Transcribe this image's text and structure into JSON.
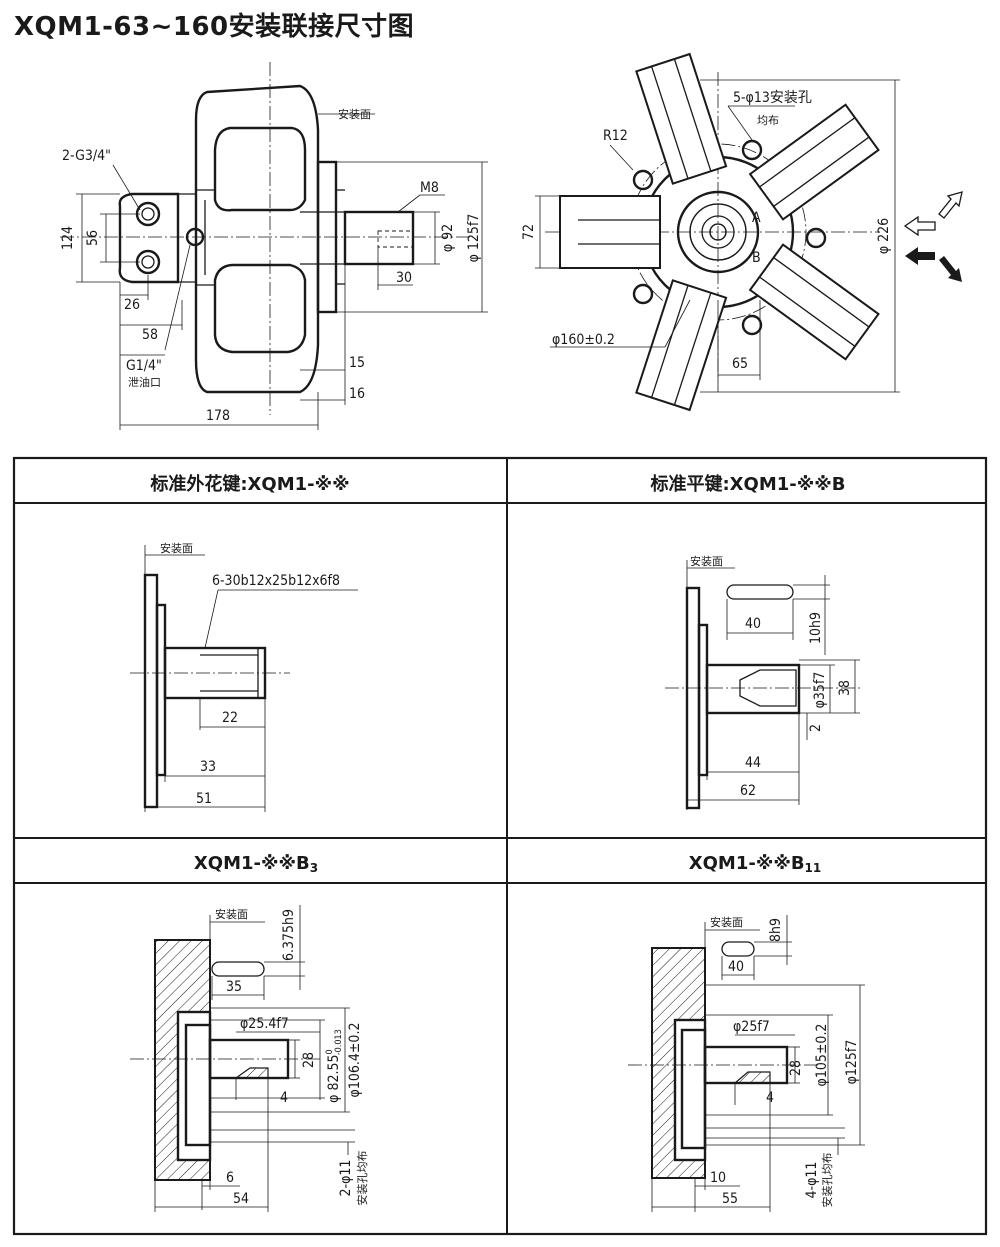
{
  "title": "XQM1-63~160安装联接尺寸图",
  "top_left": {
    "port_label": "2-G3/4\"",
    "mount_face": "安装面",
    "thread": "M8",
    "dims": {
      "d124": "124",
      "d56": "56",
      "d26": "26",
      "d58": "58",
      "d30": "30",
      "phi92": "φ 92",
      "phi125": "φ 125f7",
      "d15": "15",
      "d16": "16",
      "d178": "178"
    },
    "drain_label": "G1/4\"",
    "drain_note": "泄油口"
  },
  "top_right": {
    "holes": "5-φ13安装孔",
    "holes_note": "均布",
    "radius": "R12",
    "port_a": "A",
    "port_b": "B",
    "d72": "72",
    "phi226": "φ 226",
    "pcd": "φ160±0.2",
    "d65": "65"
  },
  "panels": [
    {
      "title": "标准外花键:XQM1-※※",
      "mount_face": "安装面",
      "spline": "6-30b12x25b12x6f8",
      "d22": "22",
      "d33": "33",
      "d51": "51"
    },
    {
      "title": "标准平键:XQM1-※※B",
      "mount_face": "安装面",
      "d40": "40",
      "d10h9": "10h9",
      "phi35": "φ35f7",
      "d38": "38",
      "d2": "2",
      "d44": "44",
      "d62": "62"
    },
    {
      "title": "XQM1-※※B",
      "title_sub": "3",
      "mount_face": "安装面",
      "key_w": "6.375h9",
      "d35": "35",
      "phi25": "φ25.4f7",
      "d28": "28",
      "phi82_main": "φ 82.55",
      "phi82_tol_u": "0",
      "phi82_tol_l": "-0.013",
      "phi106": "φ106.4±0.2",
      "d4": "4",
      "holes": "2-φ11",
      "holes_note": "安装孔均布",
      "d6": "6",
      "d54": "54"
    },
    {
      "title": "XQM1-※※B",
      "title_sub": "11",
      "mount_face": "安装面",
      "key_w": "8h9",
      "d40": "40",
      "phi25": "φ25f7",
      "d28": "28",
      "phi105": "φ105±0.2",
      "phi125": "φ125f7",
      "d4": "4",
      "holes": "4-φ11",
      "holes_note": "安装孔均布",
      "d10": "10",
      "d55": "55"
    }
  ]
}
